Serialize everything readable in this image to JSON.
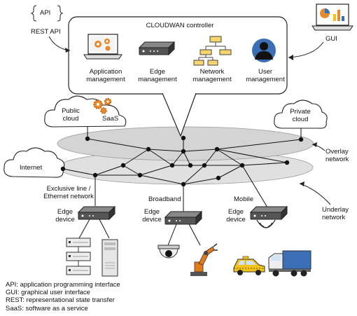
{
  "interfaces": {
    "api": "API",
    "rest_api": "REST API",
    "gui": "GUI"
  },
  "controller": {
    "title": "CLOUDWAN controller",
    "modules": [
      {
        "label": "Application management",
        "icon": "laptop-gears-icon"
      },
      {
        "label": "Edge management",
        "icon": "edge-box-icon"
      },
      {
        "label": "Network management",
        "icon": "tree-chart-icon"
      },
      {
        "label": "User management",
        "icon": "user-silhouette-icon"
      }
    ]
  },
  "clouds": {
    "public": "Public cloud",
    "saas": "SaaS",
    "private": "Private cloud",
    "internet": "Internet"
  },
  "layers": {
    "overlay": "Overlay network",
    "underlay": "Underlay network"
  },
  "access": {
    "exclusive": "Exclusive line / Ethernet network",
    "broadband": "Broadband",
    "mobile": "Mobile"
  },
  "edge_device": "Edge device",
  "legend": [
    "API: application programming interface",
    "GUI: graphical user interface",
    "REST: representational state transfer",
    "SaaS: software as a service"
  ],
  "colors": {
    "gear": "#e8892a",
    "folder": "#f6d56e",
    "taxi": "#f2c21a",
    "truck": "#3a6fb5",
    "robot": "#e07a1a",
    "disk": "#d9d9d9"
  }
}
